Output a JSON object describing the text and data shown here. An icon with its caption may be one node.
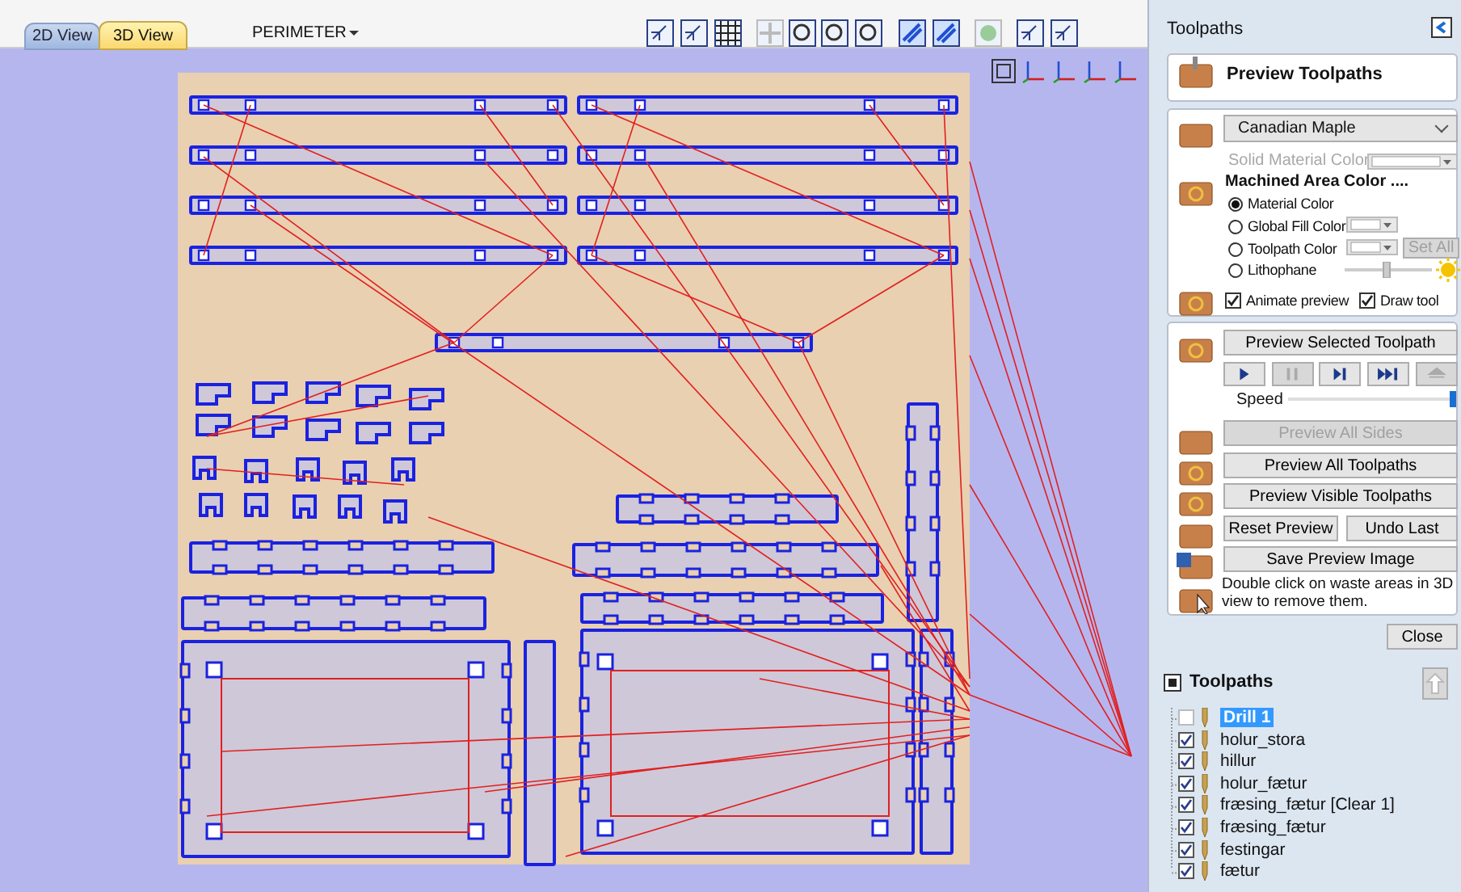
{
  "diagram": {
    "labels": [
      "2D View",
      "3D View",
      "PERIMETER",
      "Toolpaths",
      "Preview Toolpaths",
      "Canadian Maple",
      "Solid Material Color",
      "Machined Area Color ....",
      "Material Color",
      "Global Fill Color",
      "Toolpath Color",
      "Set All",
      "Lithophane",
      "Animate preview",
      "Draw tool",
      "Preview Selected Toolpath",
      "Speed",
      "Preview All Sides",
      "Preview All Toolpaths",
      "Preview Visible Toolpaths",
      "Reset Preview",
      "Undo Last",
      "Save Preview Image",
      "Double click on waste areas in 3D view to remove them.",
      "Close",
      "Toolpaths",
      "Drill 1",
      "holur_stora",
      "hillur",
      "holur_fætur",
      "fræsing_fætur [Clear 1]",
      "fræsing_fætur",
      "festingar",
      "fætur"
    ]
  }
}
